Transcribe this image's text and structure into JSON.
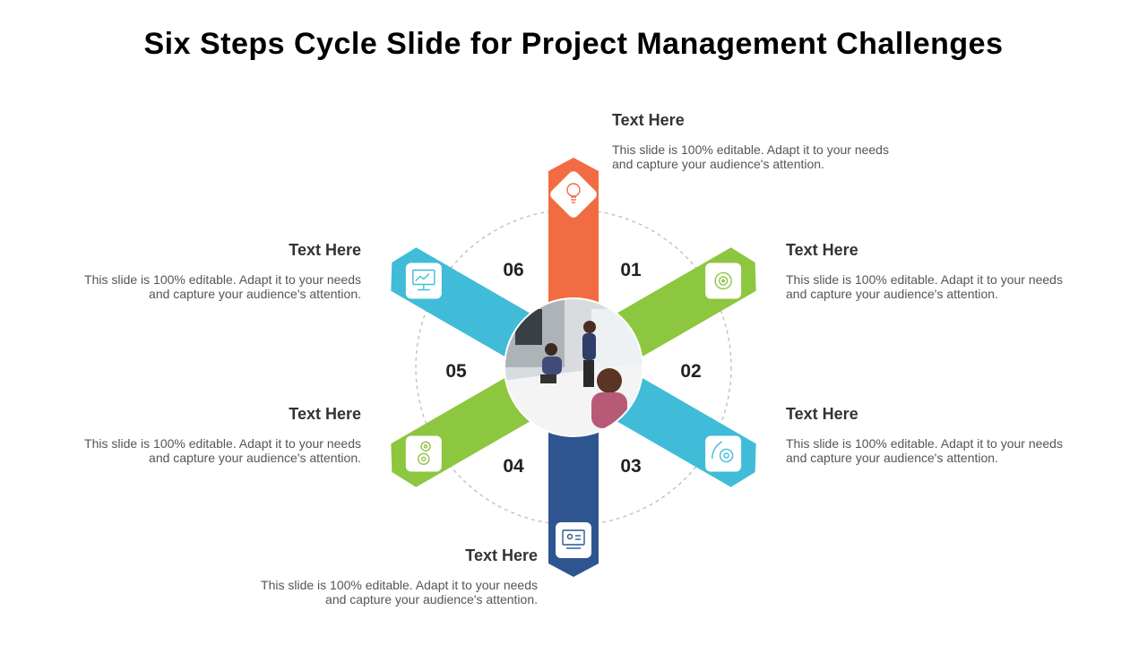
{
  "title": "Six Steps Cycle Slide for Project Management Challenges",
  "colors": {
    "step1": "#F26C43",
    "step2": "#8DC63F",
    "step3": "#40BCD8",
    "step4": "#2E5590",
    "step5": "#8DC63F",
    "step6": "#40BCD8",
    "ring": "#BDBDBD"
  },
  "steps": [
    {
      "number": "01",
      "icon": "idea-bulb-icon",
      "heading": "Text Here",
      "text": "This slide is 100% editable. Adapt it to your needs and capture your audience's attention."
    },
    {
      "number": "02",
      "icon": "target-gear-icon",
      "heading": "Text Here",
      "text": "This slide is 100% editable. Adapt it to your needs and capture your audience's attention."
    },
    {
      "number": "03",
      "icon": "settings-hand-icon",
      "heading": "Text Here",
      "text": "This slide is 100% editable. Adapt it to your needs and capture your audience's attention."
    },
    {
      "number": "04",
      "icon": "presentation-board-icon",
      "heading": "Text Here",
      "text": "This slide is 100% editable. Adapt it to your needs and capture your audience's attention."
    },
    {
      "number": "05",
      "icon": "gears-icon",
      "heading": "Text Here",
      "text": "This slide is 100% editable. Adapt it to your needs and capture your audience's attention."
    },
    {
      "number": "06",
      "icon": "computer-chart-icon",
      "heading": "Text Here",
      "text": "This slide is 100% editable. Adapt it to your needs and capture your audience's attention."
    }
  ],
  "center_image": "office-meeting-photo"
}
